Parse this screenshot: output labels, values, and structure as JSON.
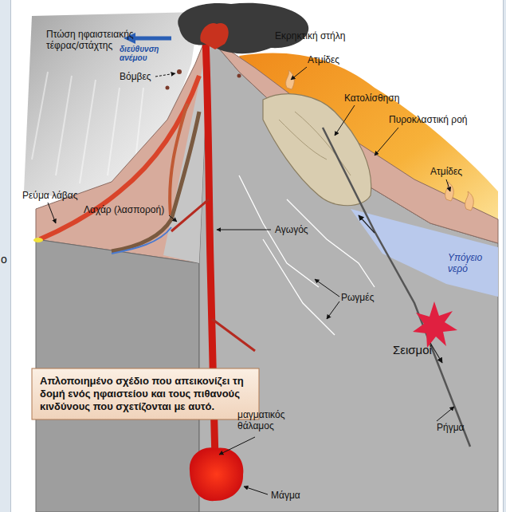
{
  "diagram": {
    "nodes": [
      {
        "text": [
          "Απλοποιημένο σχέδιο που απεικονίζει τη δομή ενός ηφαιστείου και τους πιθανούς κινδύνους που σχετίζονται με αυτό."
        ]
      }
    ],
    "labels": [
      "Πτώση ηφαιστειακής τέφρας/στάχτης",
      "διεύθυνση ανέμου",
      "Βόμβες",
      "Εκρηκτική στήλη",
      "Ατμίδες",
      "Κατολίσθηση",
      "Πυροκλαστική ροή",
      "Ατμίδες",
      "Λαχάρ (λασποροή)",
      "Ρεύμα λάβας",
      "Αγωγός",
      "Υπόγειο νερό",
      "Ρωγμές",
      "μαγματικός θάλαμος",
      "Σεισμοί",
      "Ρήγμα",
      "Μάγμα",
      "ο"
    ]
  }
}
